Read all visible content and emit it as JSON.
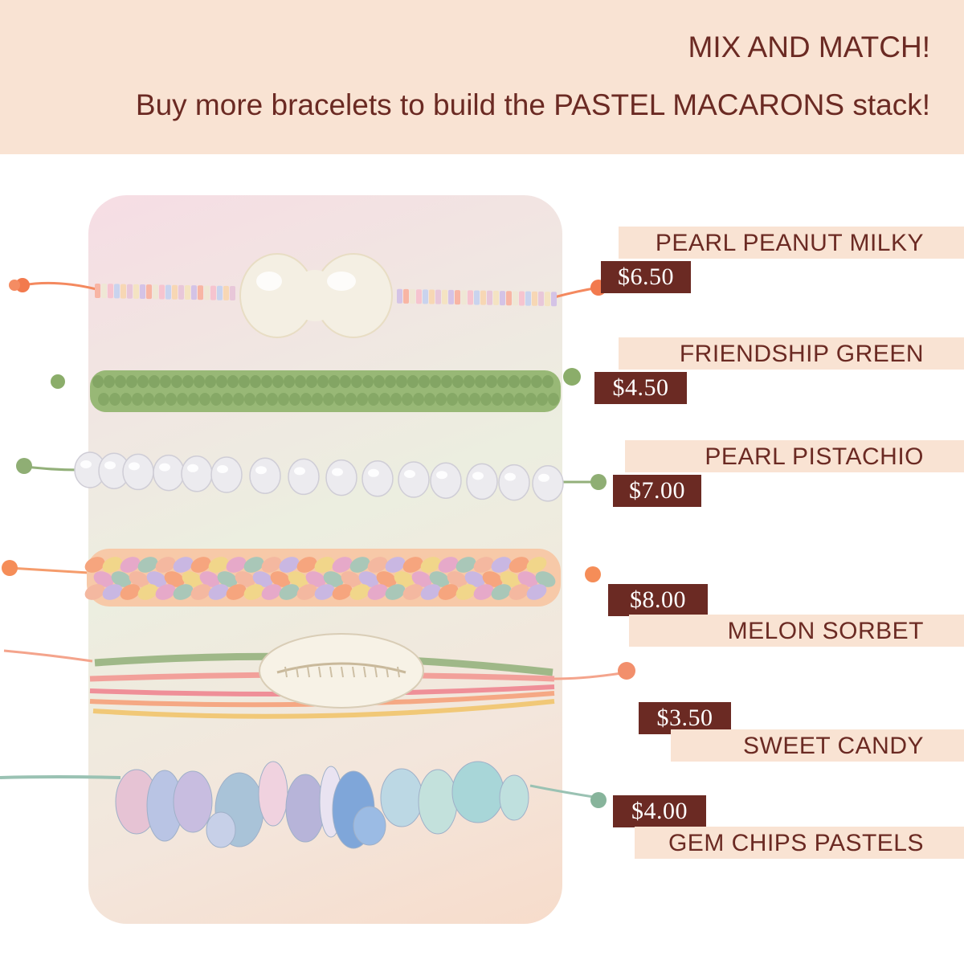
{
  "banner": {
    "headline": "MIX AND MATCH!",
    "subheadline": "Buy more bracelets to build the PASTEL MACARONS stack!"
  },
  "colors": {
    "banner_bg": "#f9e3d3",
    "text_maroon": "#6b2a23",
    "price_tag_bg": "#6b2a23",
    "price_tag_text": "#ffffff"
  },
  "products": [
    {
      "name": "PEARL PEANUT MILKY",
      "price": "$6.50"
    },
    {
      "name": "FRIENDSHIP GREEN",
      "price": "$4.50"
    },
    {
      "name": "PEARL PISTACHIO",
      "price": "$7.00"
    },
    {
      "name": "MELON SORBET",
      "price": "$8.00"
    },
    {
      "name": "SWEET CANDY",
      "price": "$3.50"
    },
    {
      "name": "GEM CHIPS PASTELS",
      "price": "$4.00"
    }
  ]
}
